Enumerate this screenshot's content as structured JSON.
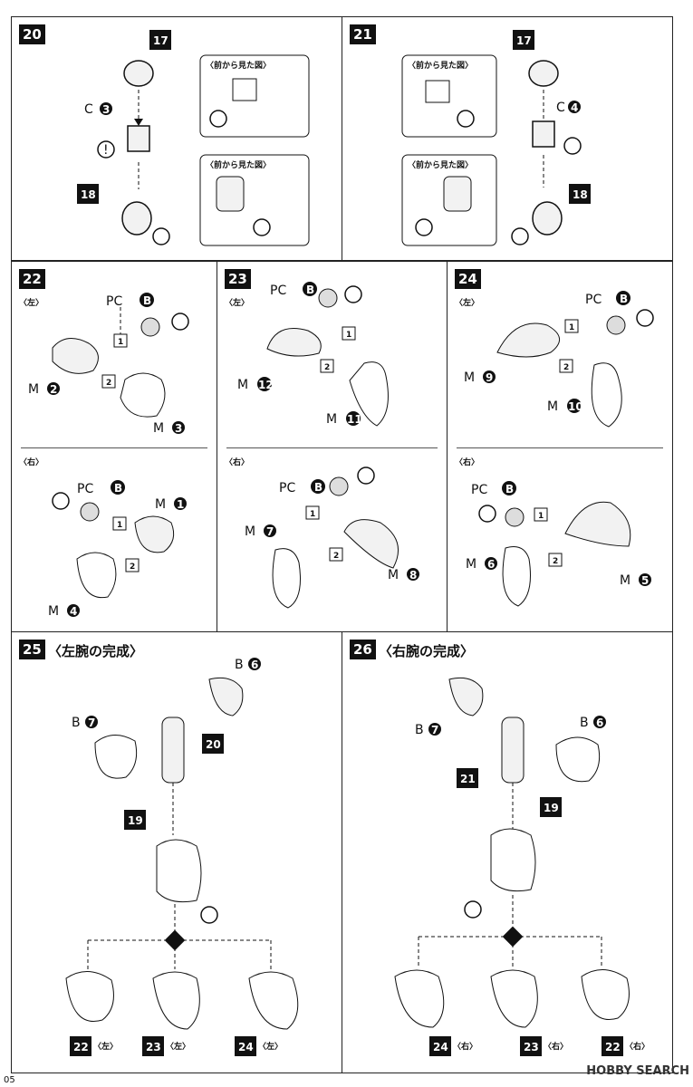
{
  "steps": {
    "s20": {
      "num": "20",
      "c_label": "C",
      "c_part": "3",
      "part_top": "17",
      "part_bottom": "18",
      "view_label": "〈前から見た図〉"
    },
    "s21": {
      "num": "21",
      "c_label": "C",
      "c_part": "4",
      "part_top": "17",
      "part_bottom": "18",
      "view_label": "〈前から見た図〉"
    },
    "s22": {
      "num": "22",
      "left": "〈左〉",
      "right": "〈右〉",
      "pc": "PC",
      "pc_part": "B",
      "l_m1": "M",
      "l_m1_n": "2",
      "l_m2": "M",
      "l_m2_n": "3",
      "r_m1": "M",
      "r_m1_n": "1",
      "r_m2": "M",
      "r_m2_n": "4"
    },
    "s23": {
      "num": "23",
      "left": "〈左〉",
      "right": "〈右〉",
      "pc": "PC",
      "pc_part": "B",
      "l_m1": "M",
      "l_m1_n": "12",
      "l_m2": "M",
      "l_m2_n": "11",
      "r_m1": "M",
      "r_m1_n": "7",
      "r_m2": "M",
      "r_m2_n": "8"
    },
    "s24": {
      "num": "24",
      "left": "〈左〉",
      "right": "〈右〉",
      "pc": "PC",
      "pc_part": "B",
      "l_m1": "M",
      "l_m1_n": "9",
      "l_m2": "M",
      "l_m2_n": "10",
      "r_m1": "M",
      "r_m1_n": "6",
      "r_m2": "M",
      "r_m2_n": "5"
    },
    "s25": {
      "num": "25",
      "title": "〈左腕の完成〉",
      "b1": "B",
      "b1_n": "6",
      "b2": "B",
      "b2_n": "7",
      "p20": "20",
      "p19": "19",
      "h1": "22",
      "h1_side": "〈左〉",
      "h2": "23",
      "h2_side": "〈左〉",
      "h3": "24",
      "h3_side": "〈左〉"
    },
    "s26": {
      "num": "26",
      "title": "〈右腕の完成〉",
      "b1": "B",
      "b1_n": "7",
      "b2": "B",
      "b2_n": "6",
      "p21": "21",
      "p19": "19",
      "h1": "24",
      "h1_side": "〈右〉",
      "h2": "23",
      "h2_side": "〈右〉",
      "h3": "22",
      "h3_side": "〈右〉"
    }
  },
  "steps_order": {
    "one": "1",
    "two": "2"
  },
  "page_number": "05",
  "watermark": "HOBBY SEARCH",
  "colors": {
    "ink": "#111111",
    "part_fill": "#f2f2f2"
  }
}
